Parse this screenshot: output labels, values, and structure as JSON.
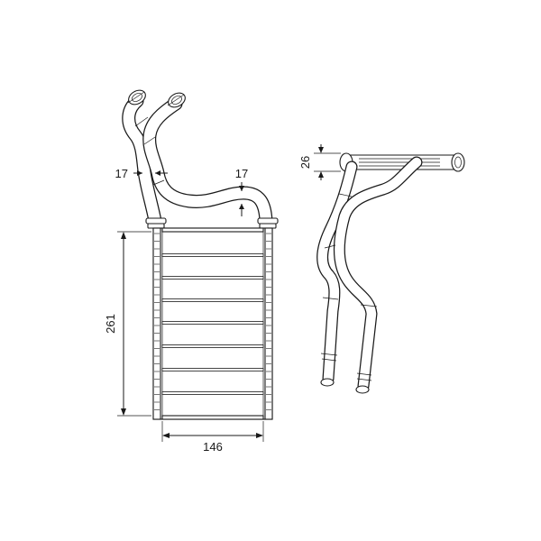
{
  "dimensions": {
    "pipe_diameter_left": "17",
    "pipe_diameter_right": "17",
    "core_height": "261",
    "core_width": "146",
    "side_depth": "26"
  }
}
